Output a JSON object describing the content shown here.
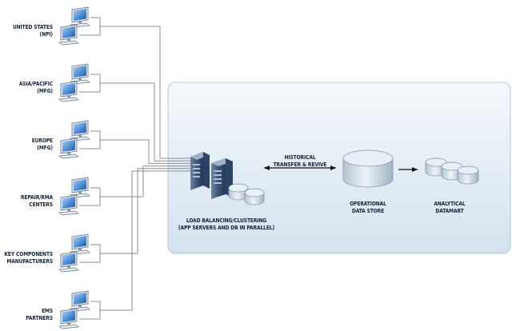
{
  "sites": [
    {
      "line1": "UNITED STATES",
      "line2": "(NPI)"
    },
    {
      "line1": "ASIA/PACIFIC",
      "line2": "(MFG)"
    },
    {
      "line1": "EUROPE",
      "line2": "(MFG)"
    },
    {
      "line1": "REPAIR/RMA",
      "line2": "CENTERS"
    },
    {
      "line1": "KEY COMPONENTS",
      "line2": "MANUFACTURERS"
    },
    {
      "line1": "EMS",
      "line2": "PARTNERS"
    }
  ],
  "cluster": {
    "line1": "LOAD BALANCING/CLUSTERING",
    "line2": "(APP SERVERS AND DB IN PARALLEL)"
  },
  "transfer": {
    "line1": "HISTORICAL",
    "line2": "TRANSFER & REVIVE"
  },
  "ods": {
    "line1": "OPERATIONAL",
    "line2": "DATA STORE"
  },
  "datamart": {
    "line1": "ANALYTICAL",
    "line2": "DATAMART"
  },
  "colors": {
    "panel_top": "#f4f8fc",
    "panel_bottom": "#d4e2ef",
    "panel_border": "#b7cadc",
    "line": "#8a8f96",
    "arrow": "#111111",
    "screen": "#2e6bb8",
    "screen_light": "#a9d0f3",
    "device_body": "#d7dee6",
    "cylinder_light": "#e6edf5",
    "cylinder_dark": "#b3c3d4"
  }
}
